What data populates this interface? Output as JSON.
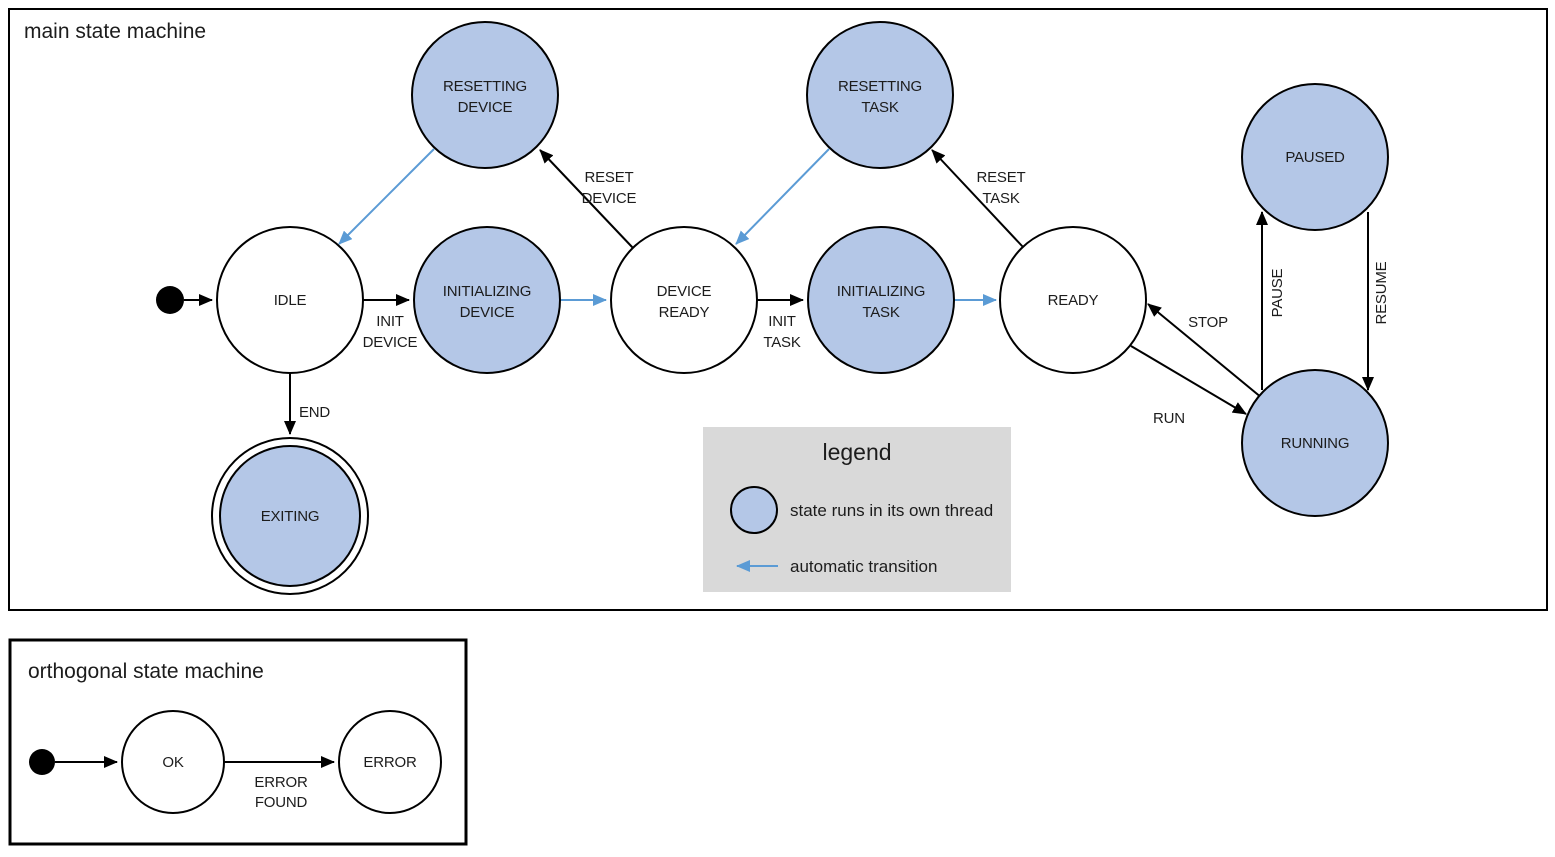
{
  "colors": {
    "threaded_state_fill": "#b4c7e7",
    "state_outline": "#000000",
    "automatic_transition_blue": "#5b9bd5",
    "legend_background": "#d9d9d9",
    "text": "#1c1c1c"
  },
  "main_machine": {
    "title": "main state machine",
    "states": [
      {
        "id": "idle",
        "label": "IDLE",
        "threaded": false
      },
      {
        "id": "initializing-device",
        "line1": "INITIALIZING",
        "line2": "DEVICE",
        "threaded": true
      },
      {
        "id": "device-ready",
        "line1": "DEVICE",
        "line2": "READY",
        "threaded": false
      },
      {
        "id": "initializing-task",
        "line1": "INITIALIZING",
        "line2": "TASK",
        "threaded": true
      },
      {
        "id": "ready",
        "label": "READY",
        "threaded": false
      },
      {
        "id": "resetting-device",
        "line1": "RESETTING",
        "line2": "DEVICE",
        "threaded": true
      },
      {
        "id": "resetting-task",
        "line1": "RESETTING",
        "line2": "TASK",
        "threaded": true
      },
      {
        "id": "paused",
        "label": "PAUSED",
        "threaded": true
      },
      {
        "id": "running",
        "label": "RUNNING",
        "threaded": true
      },
      {
        "id": "exiting",
        "label": "EXITING",
        "threaded": true,
        "final": true
      }
    ],
    "transitions": [
      {
        "id": "init-device",
        "line1": "INIT",
        "line2": "DEVICE",
        "from": "idle",
        "to": "initializing-device",
        "type": "event"
      },
      {
        "id": "init-task",
        "line1": "INIT",
        "line2": "TASK",
        "from": "device-ready",
        "to": "initializing-task",
        "type": "event"
      },
      {
        "id": "reset-device",
        "line1": "RESET",
        "line2": "DEVICE",
        "from": "device-ready",
        "to": "resetting-device",
        "type": "event"
      },
      {
        "id": "reset-task",
        "line1": "RESET",
        "line2": "TASK",
        "from": "ready",
        "to": "resetting-task",
        "type": "event"
      },
      {
        "id": "run",
        "label": "RUN",
        "from": "ready",
        "to": "running",
        "type": "event"
      },
      {
        "id": "stop",
        "label": "STOP",
        "from": "running",
        "to": "ready",
        "type": "event"
      },
      {
        "id": "pause",
        "label": "PAUSE",
        "from": "running",
        "to": "paused",
        "type": "event"
      },
      {
        "id": "resume",
        "label": "RESUME",
        "from": "paused",
        "to": "running",
        "type": "event"
      },
      {
        "id": "end",
        "label": "END",
        "from": "idle",
        "to": "exiting",
        "type": "event"
      },
      {
        "id": "auto-initializing-device-to-device-ready",
        "from": "initializing-device",
        "to": "device-ready",
        "type": "automatic"
      },
      {
        "id": "auto-initializing-task-to-ready",
        "from": "initializing-task",
        "to": "ready",
        "type": "automatic"
      },
      {
        "id": "auto-resetting-device-to-idle",
        "from": "resetting-device",
        "to": "idle",
        "type": "automatic"
      },
      {
        "id": "auto-resetting-task-to-device-ready",
        "from": "resetting-task",
        "to": "device-ready",
        "type": "automatic"
      }
    ]
  },
  "legend": {
    "title": "legend",
    "thread_item_text": "state runs in its own thread",
    "auto_item_text": "automatic transition"
  },
  "orthogonal_machine": {
    "title": "orthogonal state machine",
    "states": [
      {
        "id": "ok",
        "label": "OK",
        "threaded": false
      },
      {
        "id": "error",
        "label": "ERROR",
        "threaded": false
      }
    ],
    "transitions": [
      {
        "id": "error-found",
        "line1": "ERROR",
        "line2": "FOUND",
        "from": "ok",
        "to": "error",
        "type": "event"
      }
    ]
  }
}
